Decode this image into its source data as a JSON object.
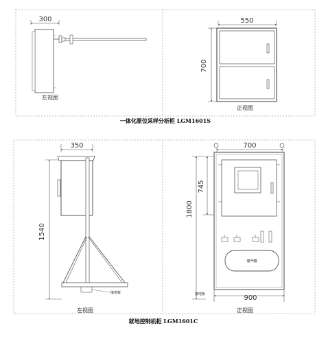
{
  "top": {
    "left_dim_width": "300",
    "left_view_label": "左视图",
    "front_dim_width": "550",
    "front_dim_height": "700",
    "front_view_label": "正视图",
    "caption": "一体化原位采样分析柜 LGM1601S"
  },
  "bottom": {
    "left_dim_width": "350",
    "left_dim_height": "1540",
    "left_view_label": "左视图",
    "left_base_note": "接地板",
    "front_dim_width": "700",
    "front_dim_upper": "745",
    "front_dim_total": "1800",
    "front_dim_base": "900",
    "front_tank_label": "储气罐",
    "front_base_note": "接地板",
    "front_view_label": "正视图",
    "caption": "就地控制机柜 LGM1601C"
  }
}
